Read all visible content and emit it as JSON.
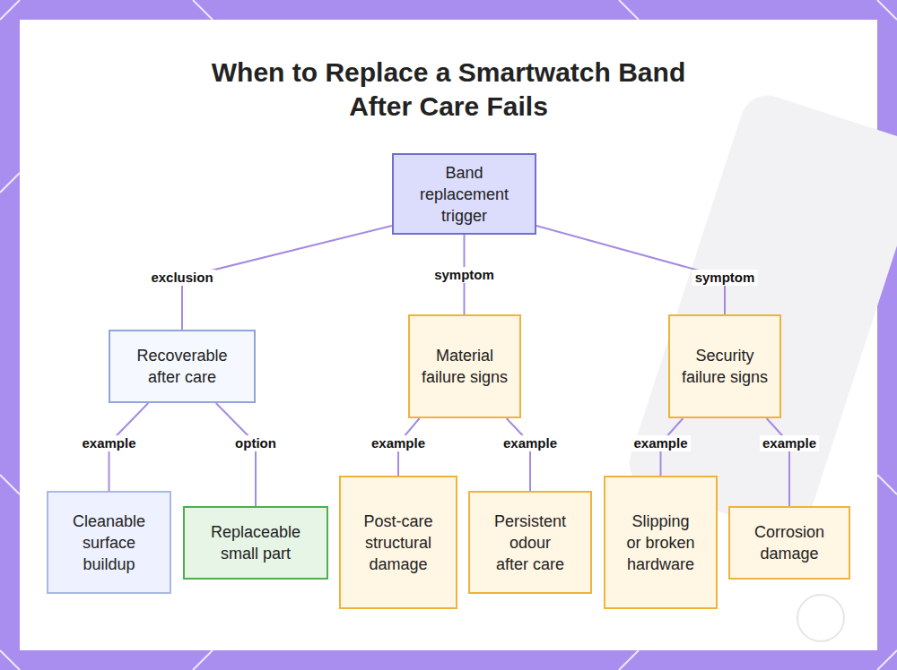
{
  "diagram": {
    "title": "When to Replace a Smartwatch Band After Care Fails",
    "nodes": [
      {
        "text": [
          "Band replacement trigger"
        ]
      },
      {
        "text": [
          "Recoverable after care"
        ]
      },
      {
        "text": [
          "Material failure signs"
        ]
      },
      {
        "text": [
          "Security failure signs"
        ]
      },
      {
        "text": [
          "Cleanable surface buildup"
        ]
      },
      {
        "text": [
          "Replaceable small part"
        ]
      },
      {
        "text": [
          "Post-care structural damage"
        ]
      },
      {
        "text": [
          "Persistent odour after care"
        ]
      },
      {
        "text": [
          "Slipping or broken hardware"
        ]
      },
      {
        "text": [
          "Corrosion damage"
        ]
      }
    ],
    "edges": [
      {
        "from": 0,
        "to": 1,
        "arrow": "none",
        "label": "exclusion"
      },
      {
        "from": 0,
        "to": 2,
        "arrow": "none",
        "label": "symptom"
      },
      {
        "from": 0,
        "to": 3,
        "arrow": "none",
        "label": "symptom"
      },
      {
        "from": 1,
        "to": 4,
        "arrow": "none",
        "label": "example"
      },
      {
        "from": 1,
        "to": 5,
        "arrow": "none",
        "label": "option"
      },
      {
        "from": 2,
        "to": 6,
        "arrow": "none",
        "label": "example"
      },
      {
        "from": 2,
        "to": 7,
        "arrow": "none",
        "label": "example"
      },
      {
        "from": 3,
        "to": 8,
        "arrow": "none",
        "label": "example"
      },
      {
        "from": 3,
        "to": 9,
        "arrow": "none",
        "label": "example"
      }
    ]
  }
}
